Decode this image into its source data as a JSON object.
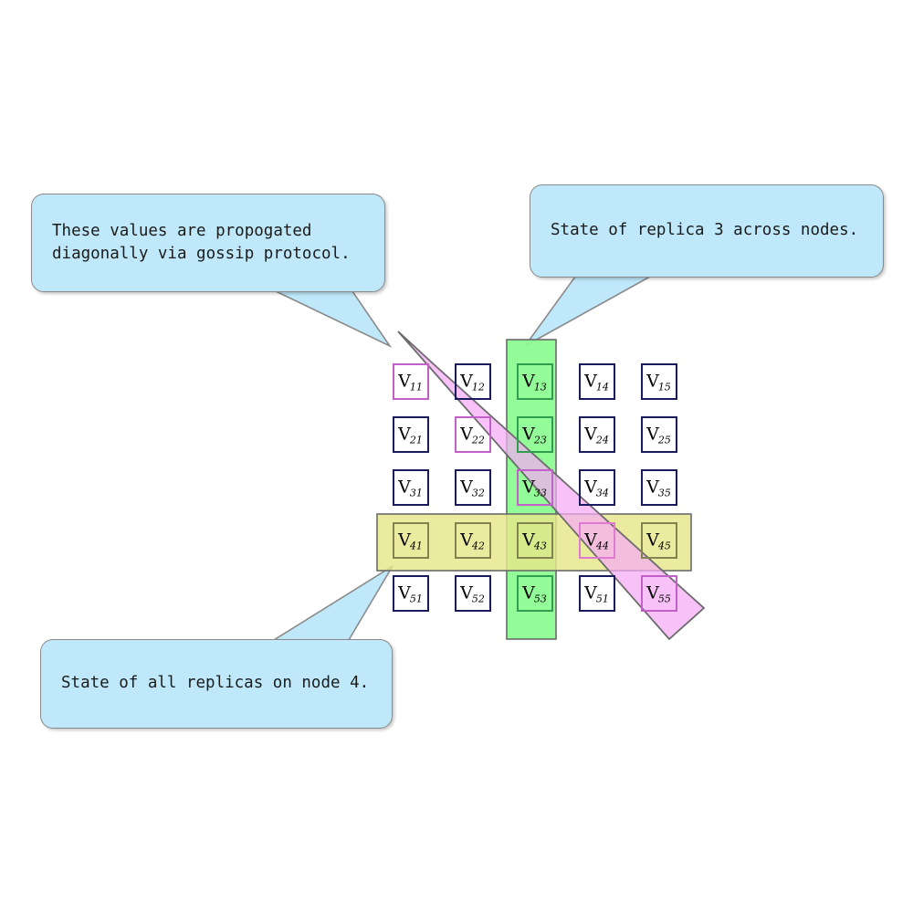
{
  "diagram": {
    "title": "Replica state grid with gossip diagonal",
    "grid": {
      "rows": 5,
      "columns": 5,
      "cells": [
        [
          {
            "label": "V",
            "sub": "11",
            "highlight": "diagonal"
          },
          {
            "label": "V",
            "sub": "12",
            "highlight": "none"
          },
          {
            "label": "V",
            "sub": "13",
            "highlight": "replica-column"
          },
          {
            "label": "V",
            "sub": "14",
            "highlight": "none"
          },
          {
            "label": "V",
            "sub": "15",
            "highlight": "none"
          }
        ],
        [
          {
            "label": "V",
            "sub": "21",
            "highlight": "none"
          },
          {
            "label": "V",
            "sub": "22",
            "highlight": "diagonal"
          },
          {
            "label": "V",
            "sub": "23",
            "highlight": "replica-column"
          },
          {
            "label": "V",
            "sub": "24",
            "highlight": "none"
          },
          {
            "label": "V",
            "sub": "25",
            "highlight": "none"
          }
        ],
        [
          {
            "label": "V",
            "sub": "31",
            "highlight": "none"
          },
          {
            "label": "V",
            "sub": "32",
            "highlight": "none"
          },
          {
            "label": "V",
            "sub": "33",
            "highlight": "diagonal-replica"
          },
          {
            "label": "V",
            "sub": "34",
            "highlight": "none"
          },
          {
            "label": "V",
            "sub": "35",
            "highlight": "none"
          }
        ],
        [
          {
            "label": "V",
            "sub": "41",
            "highlight": "node-row"
          },
          {
            "label": "V",
            "sub": "42",
            "highlight": "node-row"
          },
          {
            "label": "V",
            "sub": "43",
            "highlight": "node-row-replica"
          },
          {
            "label": "V",
            "sub": "44",
            "highlight": "node-row-diagonal"
          },
          {
            "label": "V",
            "sub": "45",
            "highlight": "node-row"
          }
        ],
        [
          {
            "label": "V",
            "sub": "51",
            "highlight": "none"
          },
          {
            "label": "V",
            "sub": "52",
            "highlight": "none"
          },
          {
            "label": "V",
            "sub": "53",
            "highlight": "replica-column"
          },
          {
            "label": "V",
            "sub": "51",
            "highlight": "none"
          },
          {
            "label": "V",
            "sub": "55",
            "highlight": "diagonal"
          }
        ]
      ]
    },
    "callouts": [
      {
        "id": "gossip",
        "text": "These values are propogated\ndiagonally via gossip protocol.",
        "points_to": "diagonal-band"
      },
      {
        "id": "replica",
        "text": "State of replica 3 across nodes.",
        "points_to": "replica-column-band"
      },
      {
        "id": "node",
        "text": "State of all replicas on node 4.",
        "points_to": "node-row-band"
      }
    ],
    "bands": [
      {
        "name": "diagonal-band",
        "color": "#f5aaf5",
        "orientation": "diagonal"
      },
      {
        "name": "replica-column-band",
        "color": "#8dfb92",
        "orientation": "vertical"
      },
      {
        "name": "node-row-band",
        "color": "#e6e68a",
        "orientation": "horizontal"
      }
    ],
    "colors": {
      "callout_fill": "#bfe9fa",
      "callout_stroke": "#8a8a8a",
      "cell_stroke": "#1a1a5e",
      "magenta_band": "#f5aaf5",
      "green_band": "#8dfb92",
      "yellow_band": "#e6e68a",
      "band_stroke": "#6b6b6b",
      "background": "#ffffff"
    }
  }
}
